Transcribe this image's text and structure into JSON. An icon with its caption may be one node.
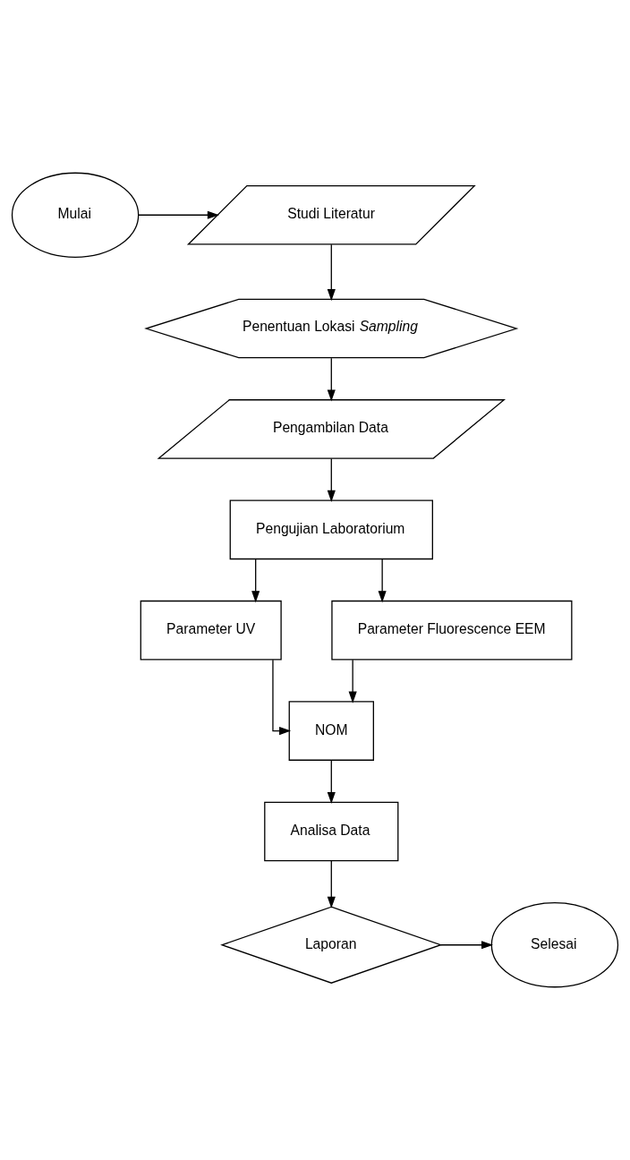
{
  "diagram": {
    "nodes": [
      {
        "text": [
          "Mulai"
        ]
      },
      {
        "text": [
          "Studi Literatur"
        ]
      },
      {
        "text": [
          "Penentuan Lokasi *Sampling*"
        ]
      },
      {
        "text": [
          "Pengambilan Data"
        ]
      },
      {
        "text": [
          "Pengujian Laboratorium"
        ]
      },
      {
        "text": [
          "Parameter UV"
        ]
      },
      {
        "text": [
          "Parameter Fluorescence EEM"
        ]
      },
      {
        "text": [
          "NOM"
        ]
      },
      {
        "text": [
          "Analisa Data"
        ]
      },
      {
        "text": [
          "Laporan"
        ]
      },
      {
        "text": [
          "Selesai"
        ]
      }
    ],
    "edges": [
      {
        "from": 0,
        "to": 1,
        "arrow": "to"
      },
      {
        "from": 1,
        "to": 2,
        "arrow": "to"
      },
      {
        "from": 2,
        "to": 3,
        "arrow": "to"
      },
      {
        "from": 3,
        "to": 4,
        "arrow": "to"
      },
      {
        "from": 4,
        "to": 5,
        "arrow": "to"
      },
      {
        "from": 4,
        "to": 6,
        "arrow": "to"
      },
      {
        "from": 5,
        "to": 7,
        "arrow": "to"
      },
      {
        "from": 6,
        "to": 7,
        "arrow": "to"
      },
      {
        "from": 7,
        "to": 8,
        "arrow": "to"
      },
      {
        "from": 8,
        "to": 9,
        "arrow": "to"
      },
      {
        "from": 9,
        "to": 10,
        "arrow": "to"
      }
    ]
  }
}
